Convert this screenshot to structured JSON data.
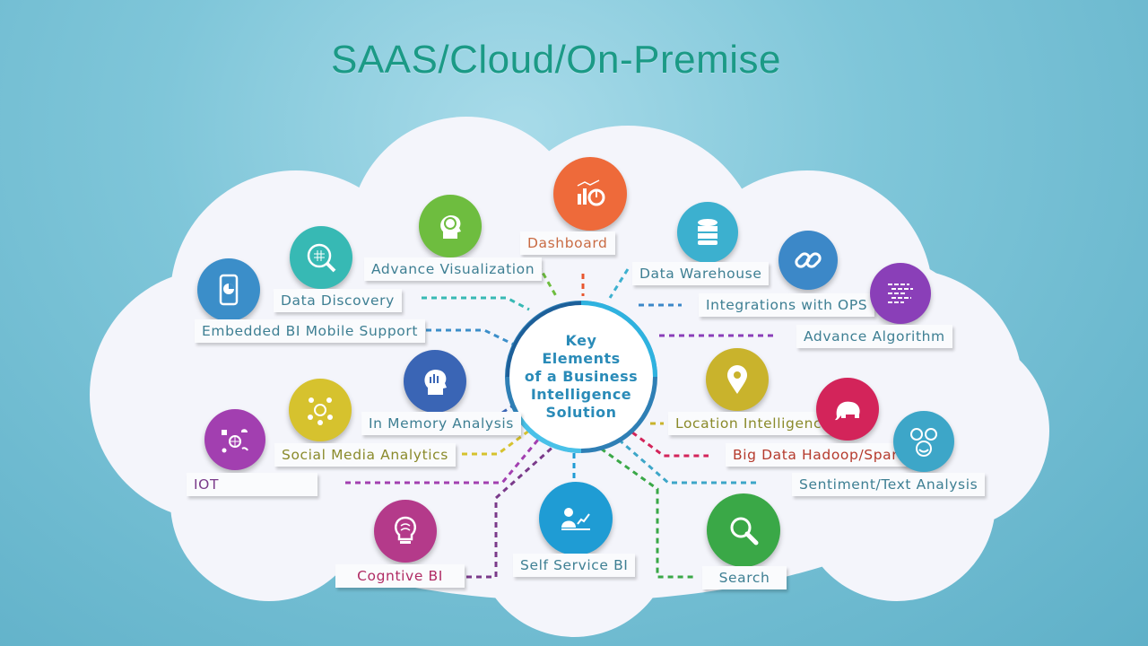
{
  "title": "SAAS/Cloud/On-Premise",
  "center": {
    "text": "Key\nElements\nof a Business\nIntelligence\nSolution"
  },
  "nodes": [
    {
      "id": "dashboard",
      "label": "Dashboard",
      "icon": "dashboard-chart-icon",
      "color": "#ee6a3a"
    },
    {
      "id": "advance-visualization",
      "label": "Advance Visualization",
      "icon": "brain-head-icon",
      "color": "#6ebd3f"
    },
    {
      "id": "data-warehouse",
      "label": "Data Warehouse",
      "icon": "database-icon",
      "color": "#3cb0cf"
    },
    {
      "id": "data-discovery",
      "label": "Data Discovery",
      "icon": "magnifier-grid-icon",
      "color": "#37b9b4"
    },
    {
      "id": "integrations-ops",
      "label": "Integrations with OPS",
      "icon": "link-icon",
      "color": "#3c88c8"
    },
    {
      "id": "embedded-bi",
      "label": "Embedded BI Mobile Support",
      "icon": "mobile-chart-icon",
      "color": "#3b8ec9"
    },
    {
      "id": "advance-algorithm",
      "label": "Advance Algorithm",
      "icon": "code-lines-icon",
      "color": "#8a3fb8"
    },
    {
      "id": "in-memory",
      "label": "In Memory Analysis",
      "icon": "head-analytics-icon",
      "color": "#3a65b5"
    },
    {
      "id": "location",
      "label": "Location Intelligence",
      "icon": "location-pin-icon",
      "color": "#c9b32c"
    },
    {
      "id": "social-media",
      "label": "Social Media Analytics",
      "icon": "social-network-icon",
      "color": "#d6c22e"
    },
    {
      "id": "big-data",
      "label": "Big Data Hadoop/Spark",
      "icon": "hadoop-elephant-icon",
      "color": "#d3245a"
    },
    {
      "id": "iot",
      "label": "IOT",
      "icon": "iot-devices-icon",
      "color": "#a23fb0"
    },
    {
      "id": "sentiment",
      "label": "Sentiment/Text Analysis",
      "icon": "emoji-faces-icon",
      "color": "#3da6c8"
    },
    {
      "id": "cognitive",
      "label": "Cogntive BI",
      "icon": "bulb-brain-icon",
      "color": "#b43a8a"
    },
    {
      "id": "self-service",
      "label": "Self Service BI",
      "icon": "user-growth-icon",
      "color": "#1f9cd4"
    },
    {
      "id": "search",
      "label": "Search",
      "icon": "search-icon",
      "color": "#3aa847"
    }
  ]
}
